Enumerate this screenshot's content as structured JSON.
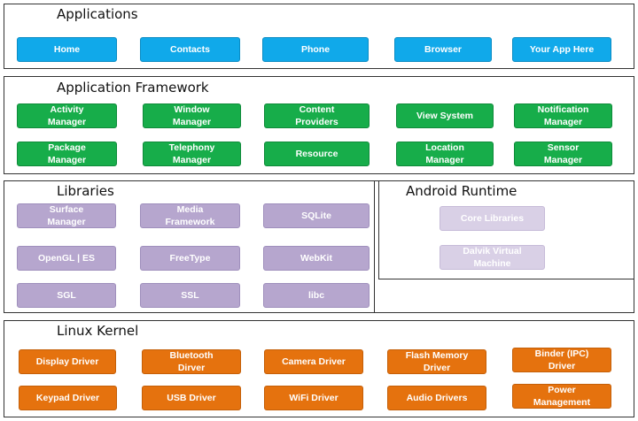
{
  "layers": {
    "applications": {
      "title": "Applications",
      "items": [
        "Home",
        "Contacts",
        "Phone",
        "Browser",
        "Your App Here"
      ]
    },
    "framework": {
      "title": "Application Framework",
      "items": [
        "Activity\nManager",
        "Window\nManager",
        "Content\nProviders",
        "View System",
        "Notification\nManager",
        "Package\nManager",
        "Telephony\nManager",
        "Resource",
        "Location\nManager",
        "Sensor\nManager"
      ]
    },
    "libraries": {
      "title": "Libraries",
      "items": [
        "Surface\nManager",
        "Media\nFramework",
        "SQLite",
        "OpenGL | ES",
        "FreeType",
        "WebKit",
        "SGL",
        "SSL",
        "libc"
      ]
    },
    "runtime": {
      "title": "Android Runtime",
      "items": [
        "Core Libraries",
        "Dalvik Virtual\nMachine"
      ]
    },
    "kernel": {
      "title": "Linux Kernel",
      "items": [
        "Display Driver",
        "Bluetooth\nDirver",
        "Camera Driver",
        "Flash Memory\nDriver",
        "Binder (IPC)\nDriver",
        "Keypad Driver",
        "USB Driver",
        "WiFi Driver",
        "Audio Drivers",
        "Power\nManagement"
      ]
    }
  },
  "colors": {
    "applications": "#10a9ea",
    "framework": "#17ad4a",
    "libraries": "#b6a6ce",
    "runtime": "#d9d0e6",
    "kernel": "#e5720e",
    "border": "#333333"
  }
}
